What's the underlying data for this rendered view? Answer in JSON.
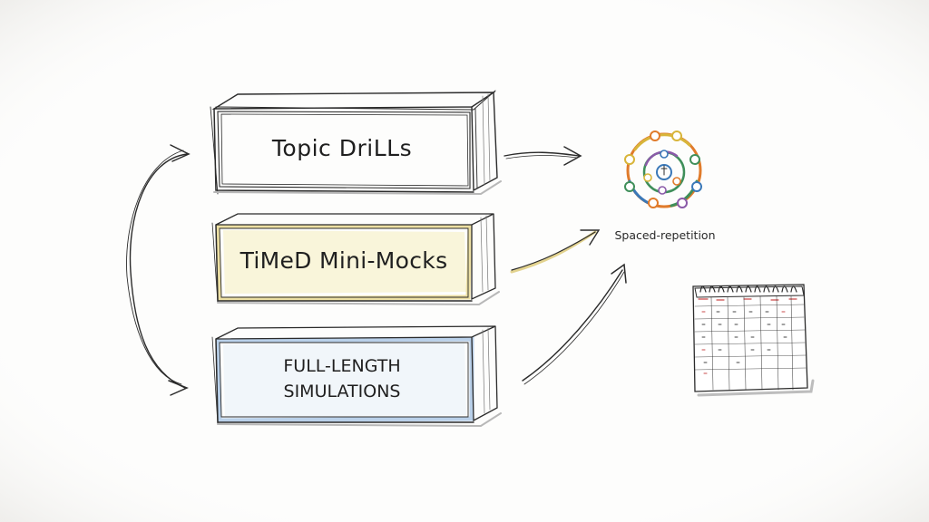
{
  "boxes": [
    {
      "id": "topic",
      "label": "Topic DriLLs",
      "accent": "#9a9a9a"
    },
    {
      "id": "mini",
      "label": "TiMeD Mini-Mocks",
      "accent": "#e6d78a"
    },
    {
      "id": "full",
      "label_line1": "FULL-LENGTH",
      "label_line2": "SIMULATIONS",
      "accent": "#a9c3e0"
    }
  ],
  "cycle_label": "Spaced-repetition",
  "colors": {
    "ink": "#2b2b2b",
    "highlight_yellow": "#e9dc8e",
    "highlight_blue": "#a8c4e4",
    "calendar_accent": "#c94b4b",
    "cycle_ring": [
      "#e07b2b",
      "#3f8f5a",
      "#3a78b8",
      "#8a5aa8",
      "#d8b53a"
    ]
  },
  "icons": [
    "spaced-repetition-cycle-icon",
    "calendar-icon"
  ]
}
